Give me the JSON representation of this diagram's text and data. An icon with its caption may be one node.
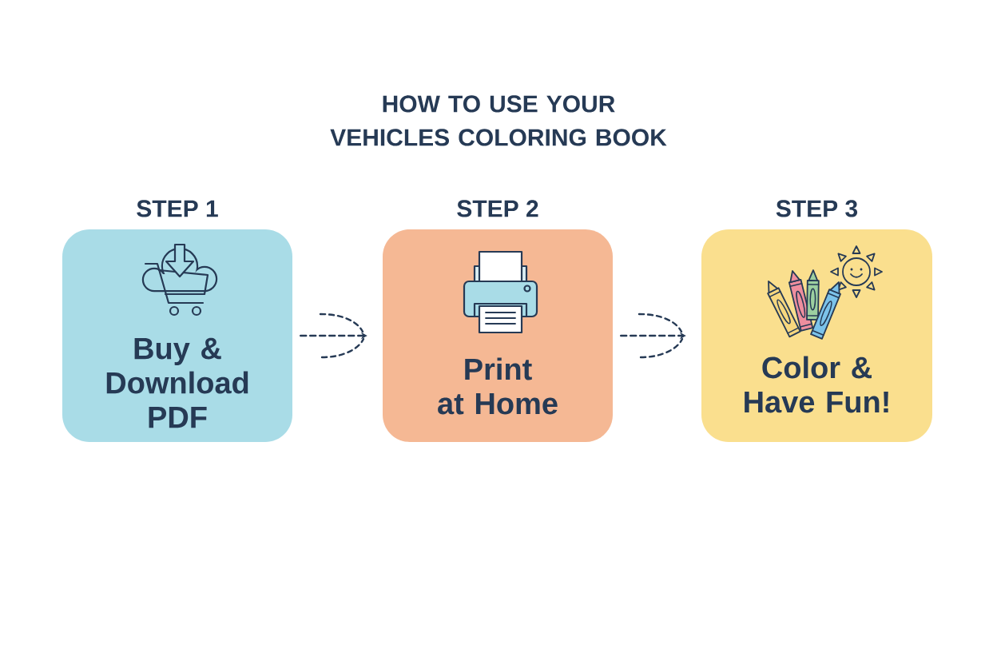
{
  "diagram": {
    "title": "HOW TO USE YOUR VEHICLES COLORING BOOK",
    "nodes": [
      {
        "text": [
          "STEP 1",
          "Buy & Download PDF"
        ]
      },
      {
        "text": [
          "STEP 2",
          "Print at Home"
        ]
      },
      {
        "text": [
          "STEP 3",
          "Color & Have Fun!"
        ]
      }
    ],
    "edges": [
      {
        "from": 0,
        "to": 1,
        "arrow": "to",
        "style": "dashed"
      },
      {
        "from": 1,
        "to": 2,
        "arrow": "to",
        "style": "dashed"
      }
    ]
  }
}
